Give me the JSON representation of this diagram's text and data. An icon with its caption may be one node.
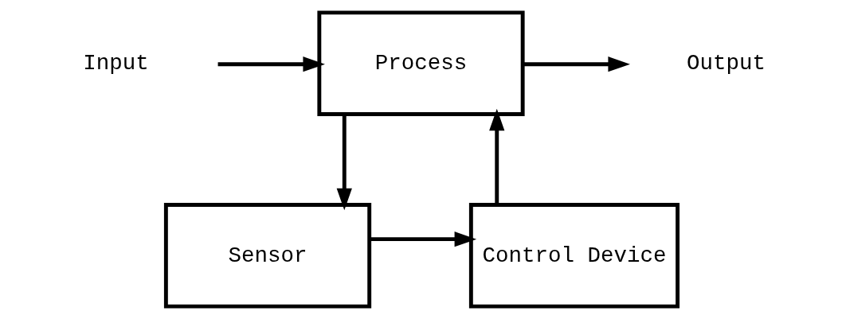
{
  "diagram": {
    "nodes": [
      {
        "text": [
          "Input"
        ]
      },
      {
        "text": [
          "Process"
        ]
      },
      {
        "text": [
          "Output"
        ]
      },
      {
        "text": [
          "Sensor"
        ]
      },
      {
        "text": [
          "Control Device"
        ]
      }
    ],
    "edges": [
      {
        "from": 0,
        "to": 1,
        "arrow": "to"
      },
      {
        "from": 1,
        "to": 2,
        "arrow": "to"
      },
      {
        "from": 1,
        "to": 3,
        "arrow": "to"
      },
      {
        "from": 3,
        "to": 4,
        "arrow": "to"
      },
      {
        "from": 4,
        "to": 1,
        "arrow": "to"
      }
    ]
  }
}
